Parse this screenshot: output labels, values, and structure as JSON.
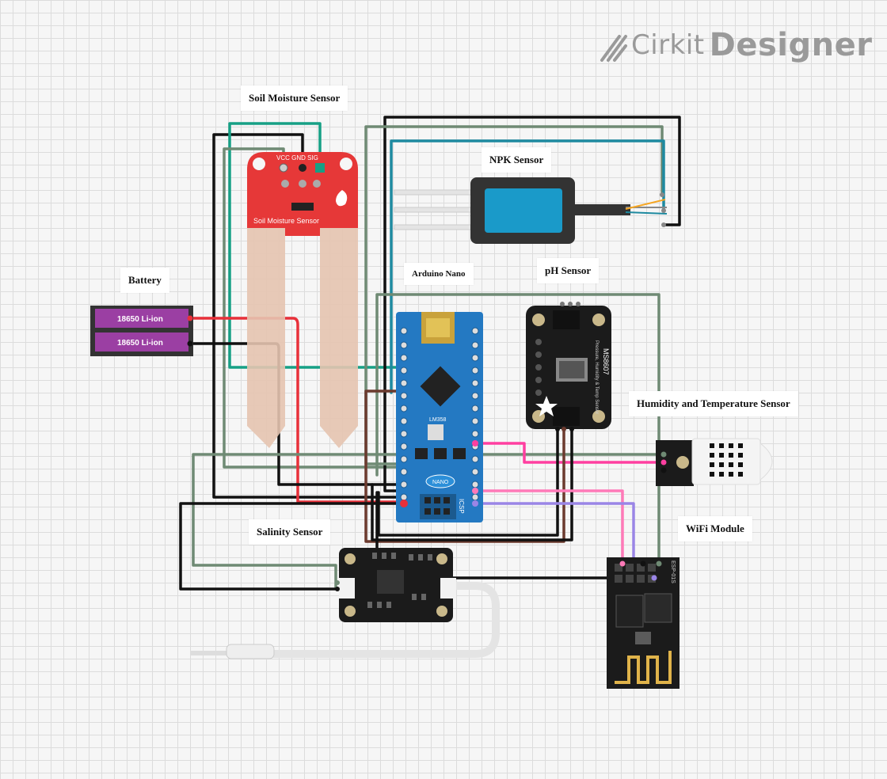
{
  "brand": {
    "name_part1": "Cirkit",
    "name_part2": "Designer",
    "logo_icon": "cirkit-logo-icon"
  },
  "labels": {
    "soil_moisture": "Soil Moisture Sensor",
    "npk": "NPK Sensor",
    "battery": "Battery",
    "arduino": "Arduino Nano",
    "ph": "pH Sensor",
    "humidity_temp": "Humidity and Temperature Sensor",
    "salinity": "Salinity Sensor",
    "wifi": "WiFi Module"
  },
  "components": {
    "battery": {
      "cell1": "18650 Li-ion",
      "cell2": "18650 Li-ion"
    },
    "soil_sensor": {
      "pins": "VCC GND SIG",
      "board_text": "Soil Moisture Sensor"
    },
    "arduino_nano": {
      "chip": "NANO",
      "icsp": "ICSP",
      "regulator": "LM358"
    },
    "ph_board": {
      "title": "MS8607",
      "subtitle": "Pressure, Humidity & Temp Sensor"
    },
    "wifi_board": {
      "model": "ESP-01S"
    }
  },
  "colors": {
    "wire_black": "#111111",
    "wire_red": "#e8303a",
    "wire_green": "#16a085",
    "wire_gray_green": "#6f8a74",
    "wire_teal": "#1e8aa0",
    "wire_pink": "#ff3fa0",
    "wire_purple": "#9a85e6",
    "wire_brown": "#6b3a2e",
    "board_red": "#e63838",
    "board_blue": "#2479c2",
    "board_black": "#1b1b1b"
  }
}
